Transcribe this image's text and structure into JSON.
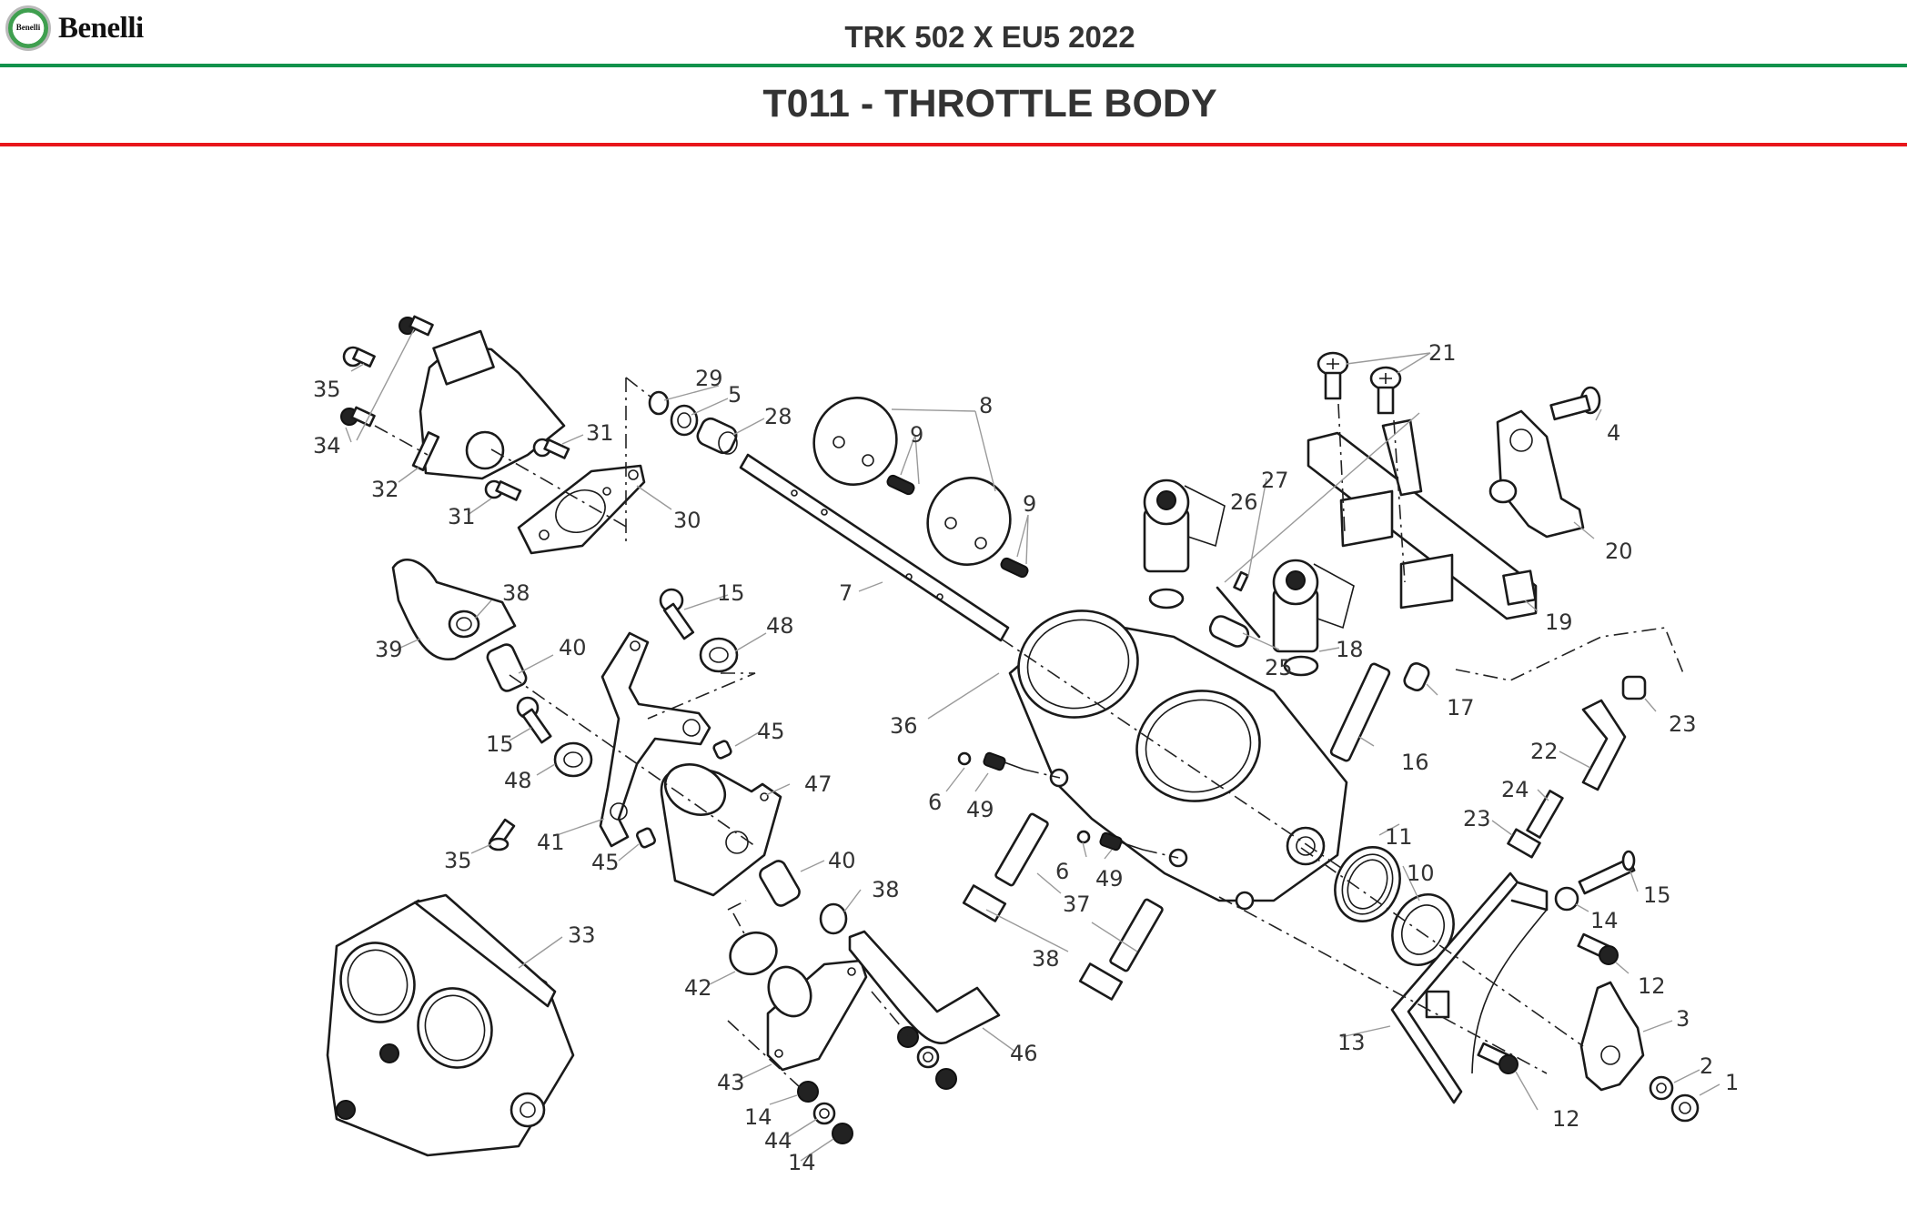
{
  "header": {
    "brand": "Benelli",
    "badge_text": "Benelli",
    "model": "TRK 502 X EU5 2022",
    "section_title": "T011 - THROTTLE BODY",
    "colors": {
      "green_rule": "#12924c",
      "red_rule": "#e8161b",
      "title_text": "#333333"
    }
  },
  "diagram": {
    "callouts": [
      {
        "ref": "1",
        "name": "callout-1"
      },
      {
        "ref": "2",
        "name": "callout-2"
      },
      {
        "ref": "3",
        "name": "callout-3"
      },
      {
        "ref": "4",
        "name": "callout-4"
      },
      {
        "ref": "5",
        "name": "callout-5"
      },
      {
        "ref": "6",
        "name": "callout-6a"
      },
      {
        "ref": "6",
        "name": "callout-6b"
      },
      {
        "ref": "7",
        "name": "callout-7"
      },
      {
        "ref": "8",
        "name": "callout-8"
      },
      {
        "ref": "9",
        "name": "callout-9a"
      },
      {
        "ref": "9",
        "name": "callout-9b"
      },
      {
        "ref": "10",
        "name": "callout-10"
      },
      {
        "ref": "11",
        "name": "callout-11"
      },
      {
        "ref": "12",
        "name": "callout-12a"
      },
      {
        "ref": "12",
        "name": "callout-12b"
      },
      {
        "ref": "13",
        "name": "callout-13"
      },
      {
        "ref": "14",
        "name": "callout-14a"
      },
      {
        "ref": "14",
        "name": "callout-14b"
      },
      {
        "ref": "14",
        "name": "callout-14c"
      },
      {
        "ref": "15",
        "name": "callout-15a"
      },
      {
        "ref": "15",
        "name": "callout-15b"
      },
      {
        "ref": "15",
        "name": "callout-15c"
      },
      {
        "ref": "16",
        "name": "callout-16"
      },
      {
        "ref": "17",
        "name": "callout-17"
      },
      {
        "ref": "18",
        "name": "callout-18"
      },
      {
        "ref": "19",
        "name": "callout-19"
      },
      {
        "ref": "20",
        "name": "callout-20"
      },
      {
        "ref": "21",
        "name": "callout-21"
      },
      {
        "ref": "22",
        "name": "callout-22"
      },
      {
        "ref": "23",
        "name": "callout-23a"
      },
      {
        "ref": "23",
        "name": "callout-23b"
      },
      {
        "ref": "24",
        "name": "callout-24"
      },
      {
        "ref": "25",
        "name": "callout-25"
      },
      {
        "ref": "26",
        "name": "callout-26"
      },
      {
        "ref": "27",
        "name": "callout-27"
      },
      {
        "ref": "28",
        "name": "callout-28"
      },
      {
        "ref": "29",
        "name": "callout-29"
      },
      {
        "ref": "30",
        "name": "callout-30"
      },
      {
        "ref": "31",
        "name": "callout-31a"
      },
      {
        "ref": "31",
        "name": "callout-31b"
      },
      {
        "ref": "32",
        "name": "callout-32"
      },
      {
        "ref": "33",
        "name": "callout-33"
      },
      {
        "ref": "34",
        "name": "callout-34"
      },
      {
        "ref": "35",
        "name": "callout-35a"
      },
      {
        "ref": "35",
        "name": "callout-35b"
      },
      {
        "ref": "36",
        "name": "callout-36"
      },
      {
        "ref": "37",
        "name": "callout-37"
      },
      {
        "ref": "38",
        "name": "callout-38a"
      },
      {
        "ref": "38",
        "name": "callout-38b"
      },
      {
        "ref": "38",
        "name": "callout-38c"
      },
      {
        "ref": "39",
        "name": "callout-39"
      },
      {
        "ref": "40",
        "name": "callout-40a"
      },
      {
        "ref": "40",
        "name": "callout-40b"
      },
      {
        "ref": "41",
        "name": "callout-41"
      },
      {
        "ref": "42",
        "name": "callout-42"
      },
      {
        "ref": "43",
        "name": "callout-43"
      },
      {
        "ref": "44",
        "name": "callout-44"
      },
      {
        "ref": "45",
        "name": "callout-45a"
      },
      {
        "ref": "45",
        "name": "callout-45b"
      },
      {
        "ref": "46",
        "name": "callout-46"
      },
      {
        "ref": "47",
        "name": "callout-47"
      },
      {
        "ref": "48",
        "name": "callout-48a"
      },
      {
        "ref": "48",
        "name": "callout-48b"
      },
      {
        "ref": "49",
        "name": "callout-49a"
      },
      {
        "ref": "49",
        "name": "callout-49b"
      }
    ]
  }
}
